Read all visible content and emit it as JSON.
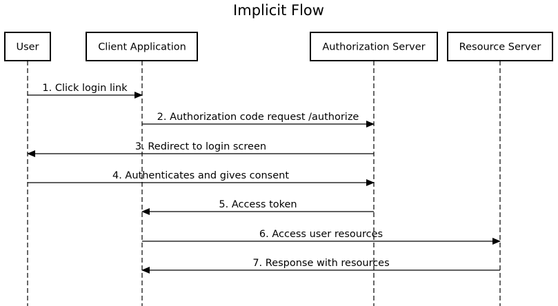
{
  "title": "Implicit Flow",
  "participants": [
    {
      "id": "user",
      "label": "User"
    },
    {
      "id": "client",
      "label": "Client Application"
    },
    {
      "id": "auth",
      "label": "Authorization Server"
    },
    {
      "id": "resource",
      "label": "Resource Server"
    }
  ],
  "messages": [
    {
      "label": "1. Click login link",
      "from": "user",
      "to": "client"
    },
    {
      "label": "2. Authorization code request /authorize",
      "from": "client",
      "to": "auth"
    },
    {
      "label": "3. Redirect to login screen",
      "from": "auth",
      "to": "user"
    },
    {
      "label": "4. Authenticates and gives consent",
      "from": "user",
      "to": "auth"
    },
    {
      "label": "5. Access token",
      "from": "auth",
      "to": "client"
    },
    {
      "label": "6. Access user resources",
      "from": "client",
      "to": "resource"
    },
    {
      "label": "7. Response with resources",
      "from": "resource",
      "to": "client"
    }
  ],
  "colors": {
    "line": "#000000",
    "box_fill": "#ffffff",
    "background": "#ffffff"
  }
}
